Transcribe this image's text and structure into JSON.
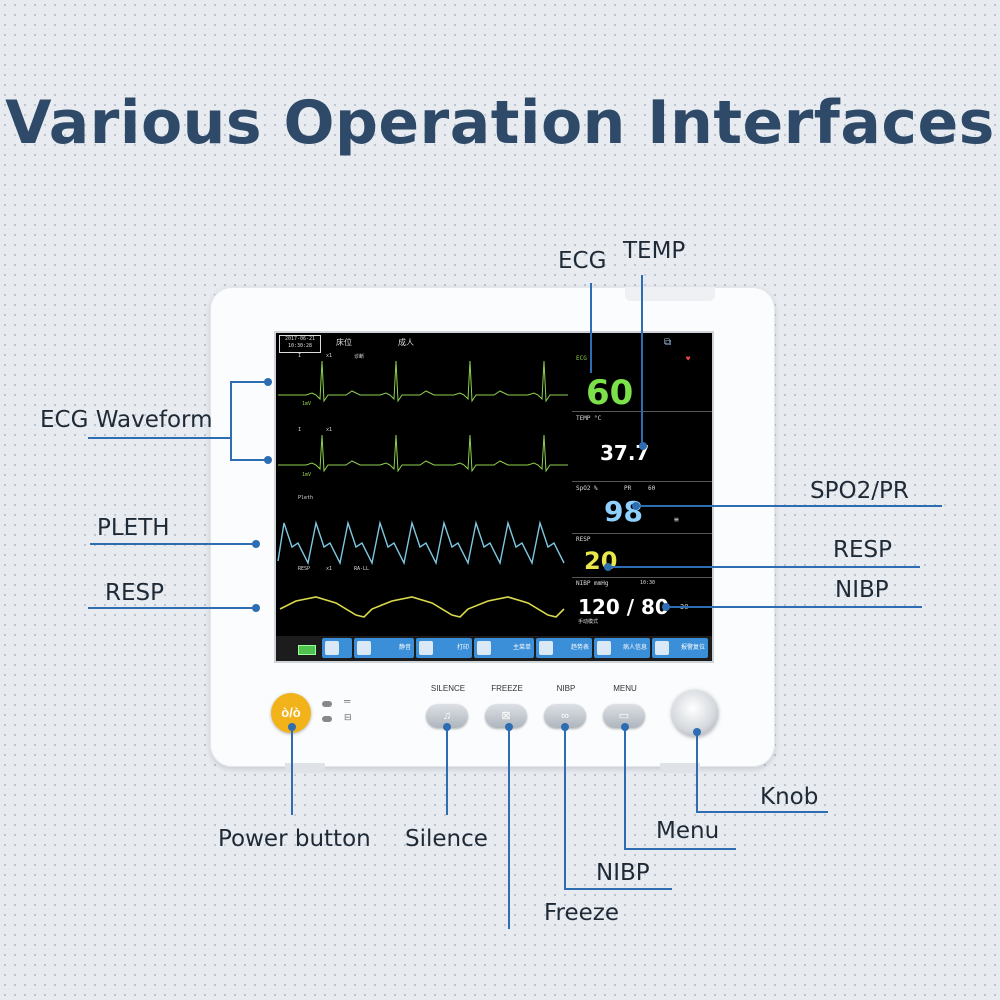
{
  "title": "Various Operation Interfaces",
  "callouts": {
    "ecg": "ECG",
    "temp": "TEMP",
    "ecg_waveform": "ECG Waveform",
    "pleth": "PLETH",
    "resp_left": "RESP",
    "spo2_pr": "SPO2/PR",
    "resp_right": "RESP",
    "nibp_right": "NIBP",
    "knob": "Knob",
    "menu": "Menu",
    "nibp_bottom": "NIBP",
    "freeze": "Freeze",
    "power": "Power button",
    "silence": "Silence"
  },
  "screen": {
    "date": "2017-06-21",
    "time": "10:30:28",
    "bed": "床位",
    "patient_type": "成人",
    "ecg1_lead": "I",
    "ecg1_gain": "x1",
    "ecg1_mode": "诊断",
    "ecg1_scale": "1mV",
    "ecg2_lead": "I",
    "ecg2_gain": "x1",
    "ecg2_scale": "1mV",
    "pleth_label": "Pleth",
    "resp_label": "RESP",
    "resp_gain": "x1",
    "resp_lead": "RA-LL",
    "ecg_param_label": "ECG",
    "hr_value": "60",
    "temp_label": "TEMP °C",
    "temp_value": "37.7",
    "spo2_label": "SpO2 %",
    "pr_label": "PR",
    "pr_value": "60",
    "spo2_value": "98",
    "resp_param_label": "RESP",
    "resp_value": "20",
    "nibp_label": "NIBP mmHg",
    "nibp_time": "10:30",
    "nibp_value": "120 / 80",
    "nibp_map": "30",
    "nibp_mode": "手动模式",
    "menu_buttons": [
      "静音",
      "打印",
      "主菜单",
      "趋势表",
      "病人信息",
      "报警复位"
    ]
  },
  "buttons": {
    "silence": "SILENCE",
    "freeze": "FREEZE",
    "nibp": "NIBP",
    "menu": "MENU"
  },
  "colors": {
    "title": "#2e4a68",
    "callout_line": "#2f6db3",
    "ecg_wave": "#8fd14f",
    "pleth_wave": "#7fc6e0",
    "resp_wave": "#d9d94a",
    "hr": "#7be04a",
    "spo2": "#8fd0ff",
    "resp_value": "#e8e64a",
    "power": "#f2b21a"
  }
}
